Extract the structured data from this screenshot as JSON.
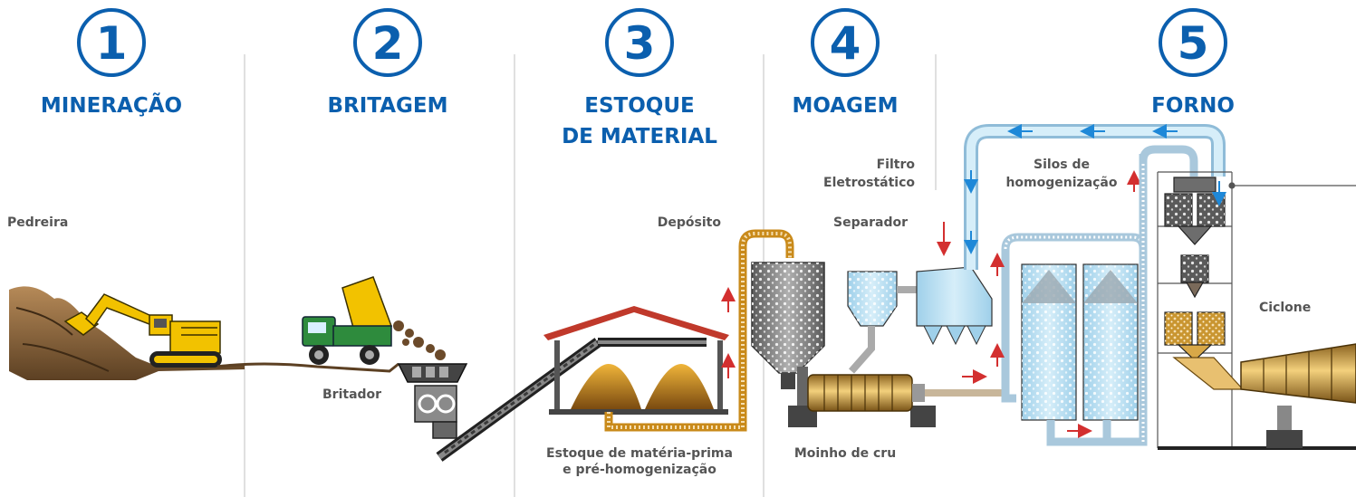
{
  "stages": [
    {
      "number": "1",
      "title": "MINERAÇÃO"
    },
    {
      "number": "2",
      "title": "BRITAGEM"
    },
    {
      "number": "3",
      "title_line1": "ESTOQUE",
      "title_line2": "DE MATERIAL"
    },
    {
      "number": "4",
      "title": "MOAGEM"
    },
    {
      "number": "5",
      "title": "FORNO"
    }
  ],
  "labels": {
    "pedreira": "Pedreira",
    "britador": "Britador",
    "deposito": "Depósito",
    "estoque_line1": "Estoque de matéria-prima",
    "estoque_line2": "e pré-homogenização",
    "filtro_line1": "Filtro",
    "filtro_line2": "Eletrostático",
    "separador": "Separador",
    "moinho": "Moinho de cru",
    "silos_line1": "Silos de",
    "silos_line2": "homogenização",
    "ciclone": "Ciclone"
  },
  "colors": {
    "accent": "#0b5fae",
    "label": "#555555",
    "divider": "#cccccc",
    "excavator": "#f2c200",
    "truck": "#2e8b3d",
    "duct": "#a9d6ee",
    "roof": "#c0392b",
    "arrow_red": "#d32f2f",
    "arrow_blue": "#1e88d8",
    "material": "#c98a1a"
  },
  "icons": [
    "excavator-icon",
    "dump-truck-icon",
    "crusher-icon",
    "conveyor-icon",
    "storage-shed-icon",
    "silo-icon",
    "filter-icon",
    "mill-icon",
    "cyclone-tower-icon",
    "kiln-icon"
  ]
}
